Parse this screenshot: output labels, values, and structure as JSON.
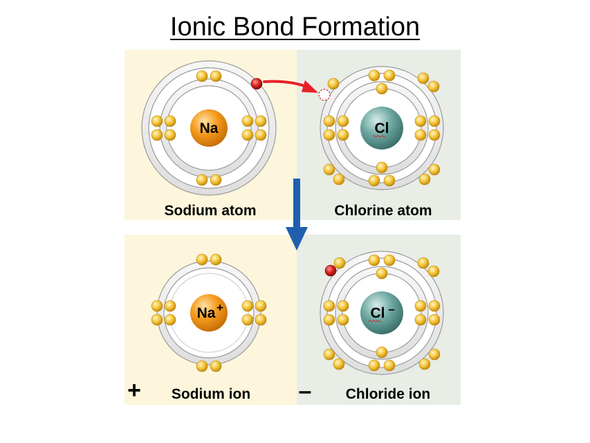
{
  "title": "Ionic Bond Formation",
  "colors": {
    "sodium_bg": "#fdf6dc",
    "chlorine_bg": "#e8ede5",
    "sodium_nucleus": "#f49a1c",
    "chlorine_nucleus": "#5e9c96",
    "electron": "#f5c53a",
    "transferred_electron": "#d62020",
    "arrow_transfer": "#e8202a",
    "arrow_down": "#1f5fae"
  },
  "panels": {
    "sodium_atom": {
      "label": "Sodium atom",
      "symbol": "Na",
      "charge": ""
    },
    "chlorine_atom": {
      "label": "Chlorine atom",
      "symbol": "Cl",
      "charge": ""
    },
    "sodium_ion": {
      "label": "Sodium ion",
      "symbol": "Na",
      "charge": "+",
      "sign": "+"
    },
    "chloride_ion": {
      "label": "Chloride ion",
      "symbol": "Cl",
      "charge": "–",
      "sign": "–"
    }
  }
}
